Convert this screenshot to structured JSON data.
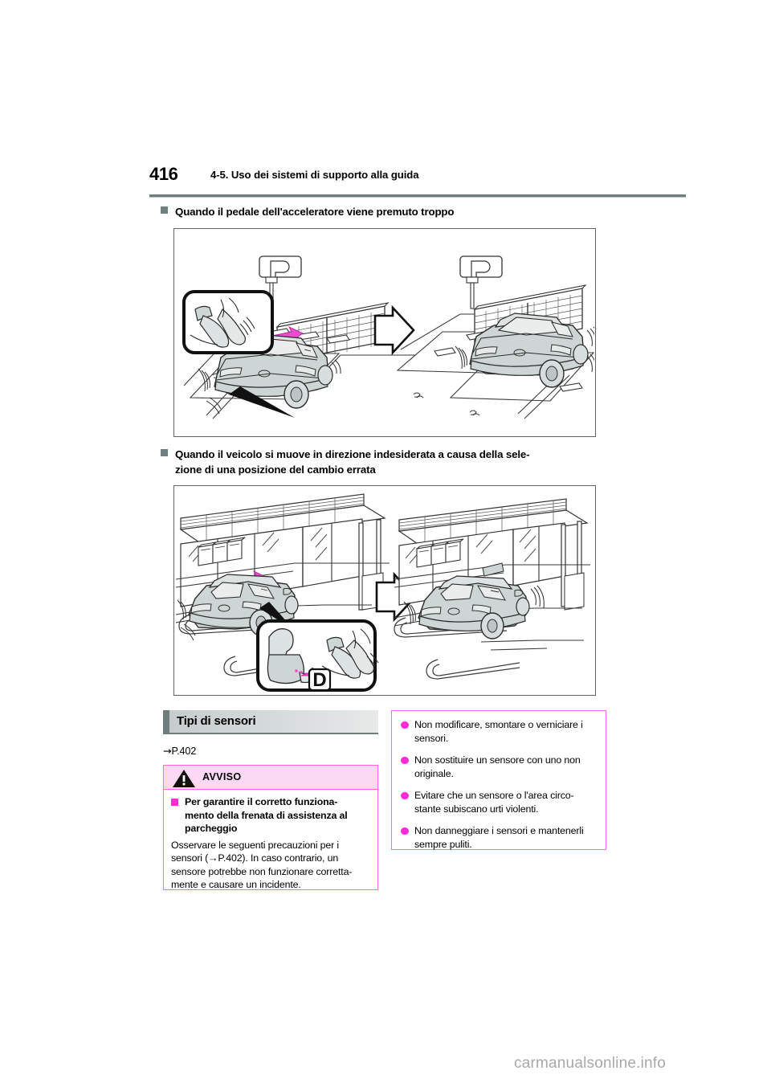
{
  "header": {
    "page_number": "416",
    "title": "4-5. Uso dei sistemi di supporto alla guida"
  },
  "subheadings": {
    "first": "Quando il pedale dell'acceleratore viene premuto troppo",
    "second_line1": "Quando il veicolo si muove in direzione indesiderata a causa della sele-",
    "second_line2": "zione di una posizione del cambio errata"
  },
  "illustrations": {
    "first": {
      "caption_symbols": [
        "P"
      ],
      "description": "Veicolo in parcheggio con pedale acceleratore premuto, freccia di transizione"
    },
    "second": {
      "caption_symbols": [
        "D"
      ],
      "description": "Veicolo che si muove in direzione indesiderata, leva del cambio in posizione D"
    }
  },
  "section": {
    "title": "Tipi di sensori",
    "reference": "P.402",
    "reference_arrow": "→"
  },
  "warning_left": {
    "header_label": "AVVISO",
    "icon": "warning-triangle-icon",
    "subtitle_lines": [
      "Per garantire il corretto funziona-",
      "mento della frenata di assistenza al",
      "parcheggio"
    ],
    "paragraph_lines": [
      "Osservare le seguenti precauzioni per i",
      "sensori (→P.402). In caso contrario, un",
      "sensore potrebbe non funzionare corretta-",
      "mente e causare un incidente."
    ]
  },
  "warning_right": {
    "items": [
      [
        "Non modificare, smontare o verniciare i",
        "sensori."
      ],
      [
        "Non sostituire un sensore con uno non",
        "originale."
      ],
      [
        "Evitare che un sensore o l'area circo-",
        "stante subiscano urti violenti."
      ],
      [
        "Non danneggiare i sensori e mantenerli",
        "sempre puliti."
      ]
    ]
  },
  "watermark": "carmanualsonline.info",
  "colors": {
    "rule": "#6f7d7d",
    "square_bullet": "#6f8080",
    "pink_border": "#ff66e0",
    "pink_fill": "#fbd9f5",
    "pink_bullet": "#ff2bd4",
    "illus_border": "#5d6464",
    "car_body": "#cdd6d4",
    "magenta_arrow": "#ee4bd0",
    "watermark": "#a8a8a8"
  }
}
